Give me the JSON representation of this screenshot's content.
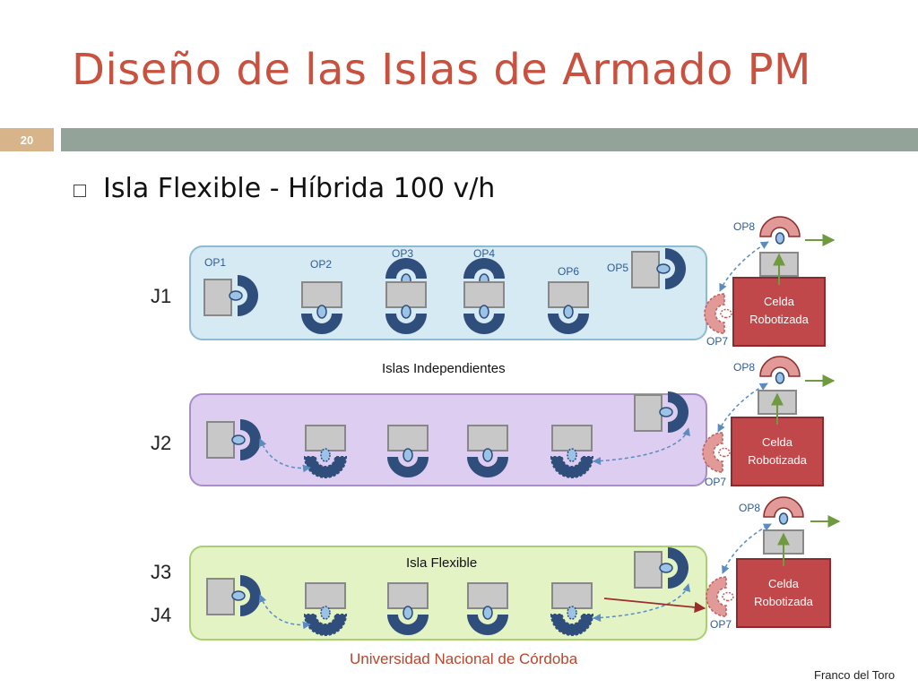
{
  "slide": {
    "title": "Diseño de las Islas de Armado PM",
    "number": "20",
    "bullet": "Isla Flexible - Híbrida 100 v/h",
    "footer_center": "Universidad Nacional de Córdoba",
    "footer_right": "Franco del Toro"
  },
  "diagram": {
    "rows": [
      {
        "label": "J1",
        "caption": "Islas Independientes"
      },
      {
        "label": "J2",
        "caption": ""
      },
      {
        "label": "J3",
        "label2": "J4",
        "caption": "Isla Flexible"
      }
    ],
    "operations": {
      "op1": "OP1",
      "op2": "OP2",
      "op3": "OP3",
      "op4": "OP4",
      "op5": "OP5",
      "op6": "OP6",
      "op7": "OP7",
      "op8": "OP8"
    },
    "cell_line1": "Celda",
    "cell_line2": "Robotizada",
    "colors": {
      "title": "#c9513f",
      "island_j1": "#d5eaf3",
      "island_j2": "#ddcdf0",
      "island_j3": "#e4f3c4",
      "station": "#2f4e7c",
      "robot_cell": "#c0484a",
      "arrow_green": "#6f9a3f",
      "dashed_blue": "#5a8cc2"
    }
  }
}
